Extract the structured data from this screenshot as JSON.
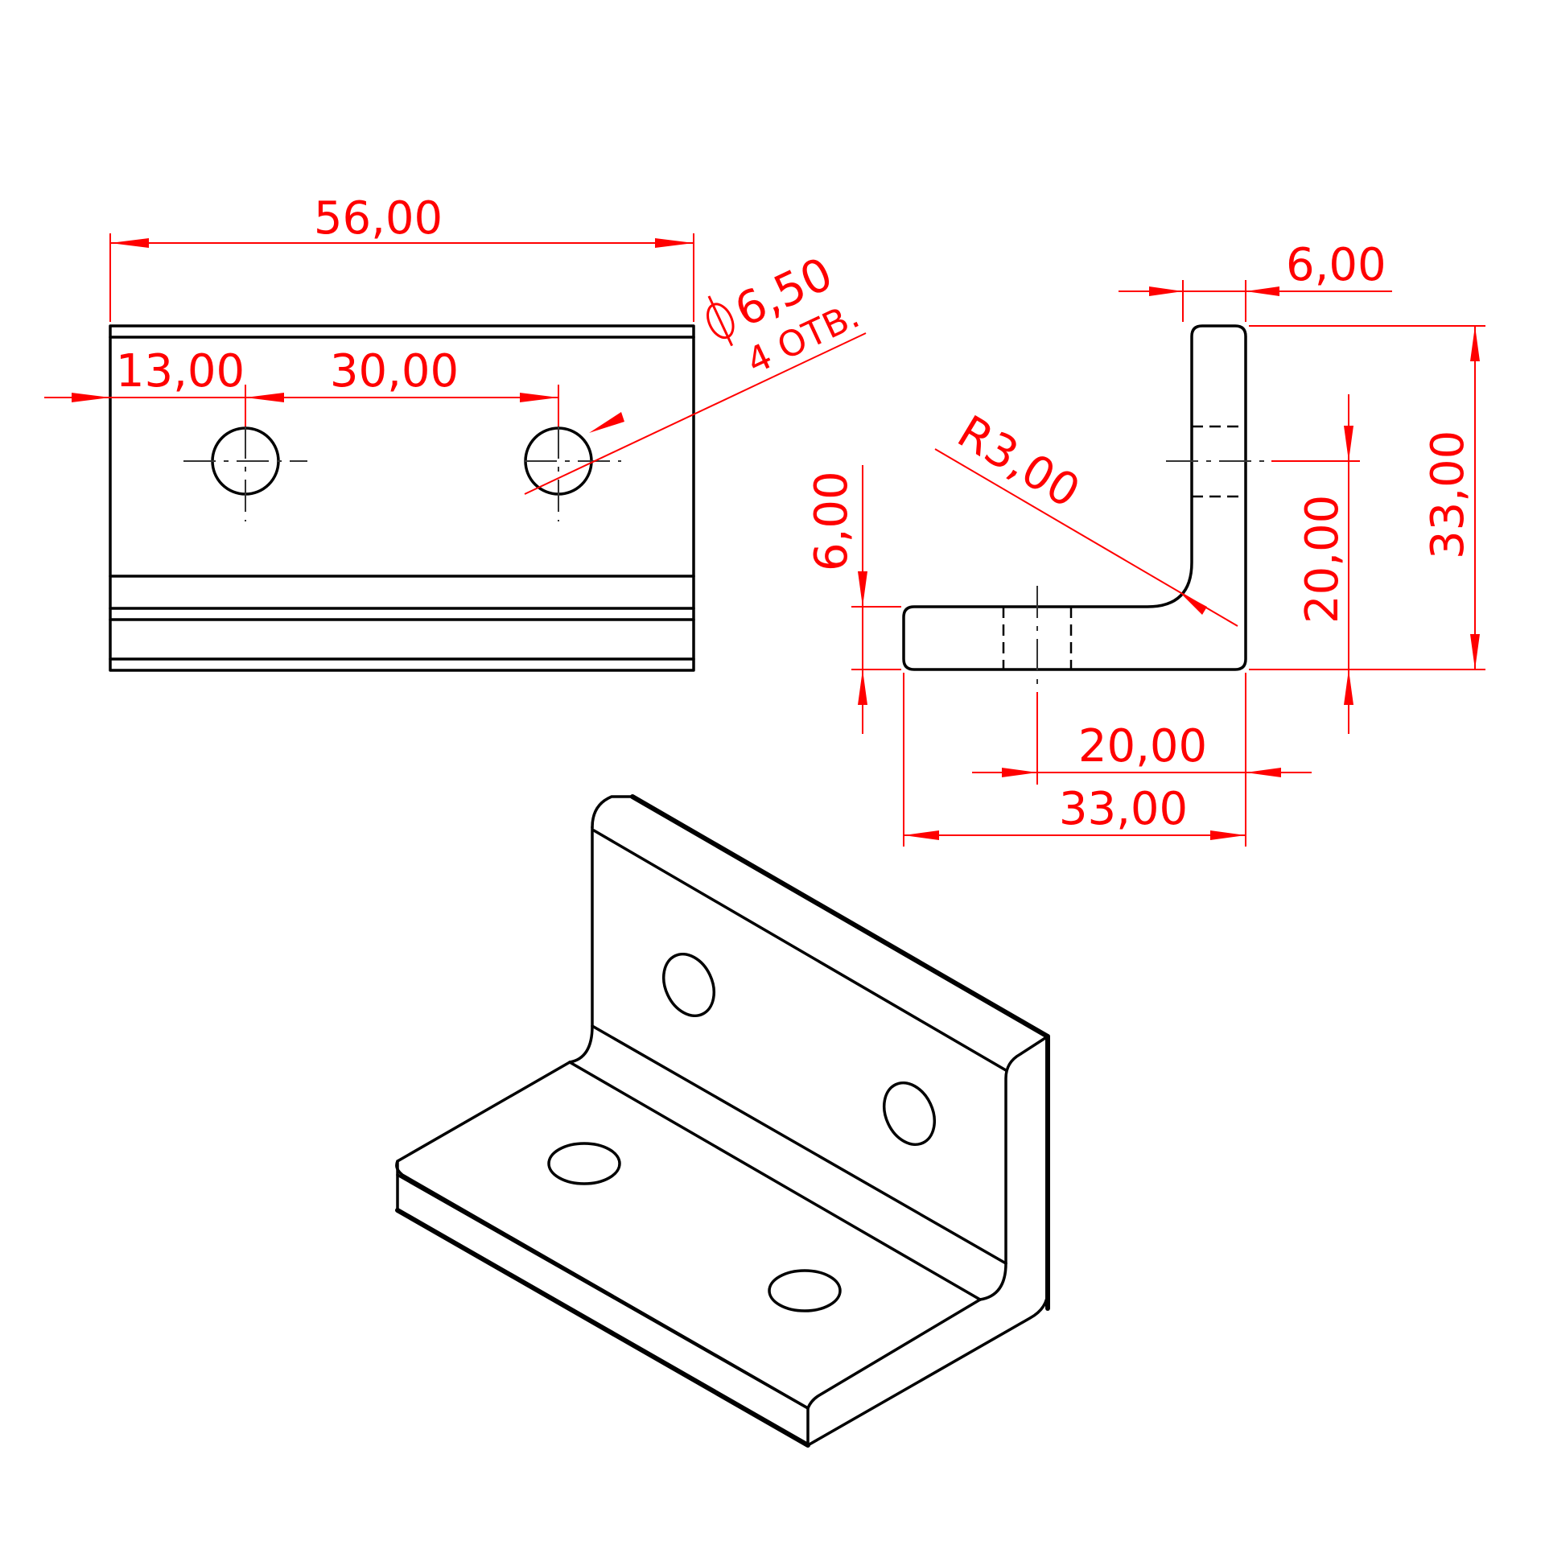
{
  "drawing": {
    "colors": {
      "dimension": "#ff0000",
      "outline": "#000000"
    },
    "front_view": {
      "overall_width": "56,00",
      "hole_offset": "13,00",
      "hole_spacing": "30,00",
      "hole_diameter": "6,50",
      "hole_count_note": "4 ОТВ."
    },
    "side_view": {
      "thickness_vertical": "6,00",
      "thickness_horizontal": "6,00",
      "bend_radius": "R3,00",
      "hole_height": "20,00",
      "overall_height": "33,00",
      "hole_distance": "20,00",
      "overall_depth": "33,00"
    }
  }
}
